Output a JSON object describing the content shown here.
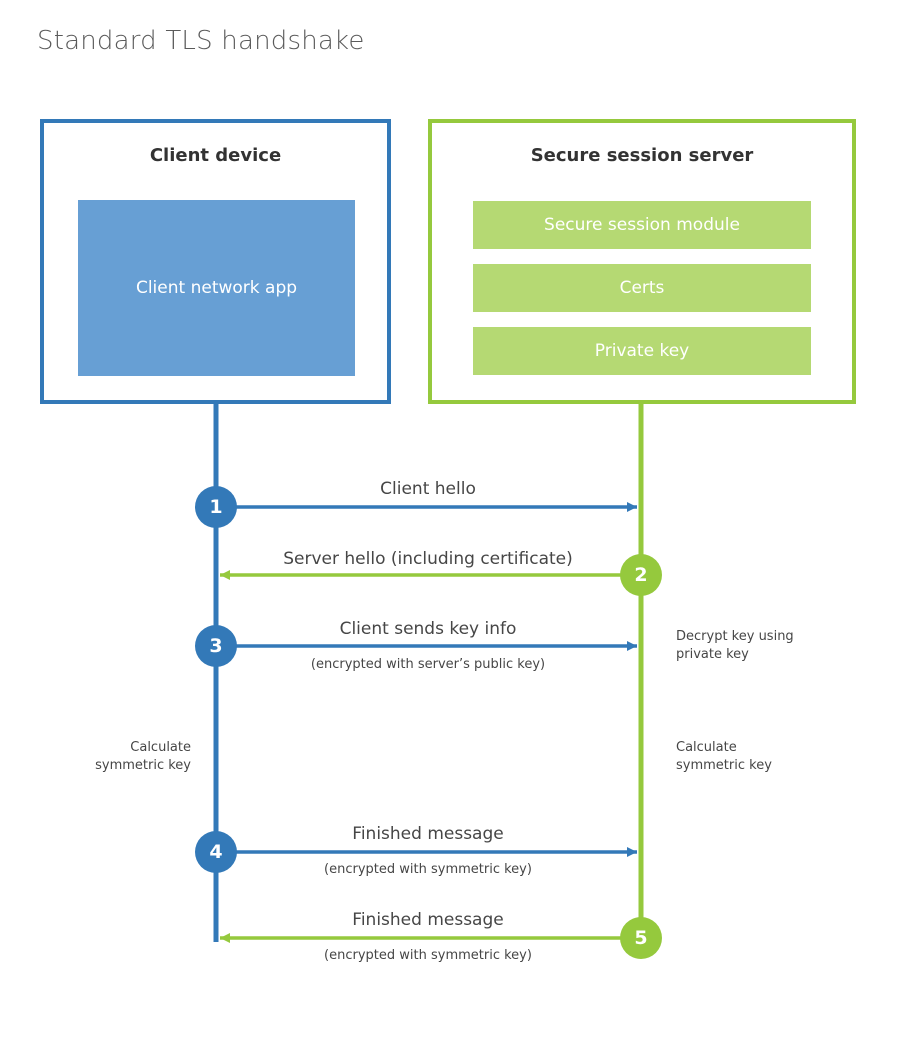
{
  "title": "Standard TLS handshake",
  "colors": {
    "client_line": "#3379b8",
    "server_line": "#95c93d",
    "client_app_fill": "#679fd4",
    "server_block_fill": "#b5d973",
    "text": "#464646",
    "title_text": "#5a5a5a",
    "background": "#ffffff"
  },
  "participants": {
    "client": {
      "title": "Client device",
      "app_label": "Client network app"
    },
    "server": {
      "title": "Secure session server",
      "blocks": [
        {
          "label": "Secure session module"
        },
        {
          "label": "Certs"
        },
        {
          "label": "Private key"
        }
      ]
    }
  },
  "messages": [
    {
      "step": "1",
      "label": "Client hello",
      "sublabel": "",
      "direction": "client-to-server",
      "origin": "client"
    },
    {
      "step": "2",
      "label": "Server hello (including certificate)",
      "sublabel": "",
      "direction": "server-to-client",
      "origin": "server"
    },
    {
      "step": "3",
      "label": "Client sends key info",
      "sublabel": "(encrypted with server’s public key)",
      "direction": "client-to-server",
      "origin": "client"
    },
    {
      "step": "4",
      "label": "Finished message",
      "sublabel": "(encrypted with symmetric key)",
      "direction": "client-to-server",
      "origin": "client"
    },
    {
      "step": "5",
      "label": "Finished message",
      "sublabel": "(encrypted with symmetric key)",
      "direction": "server-to-client",
      "origin": "server"
    }
  ],
  "annotations": {
    "server_decrypt": "Decrypt key using\nprivate key",
    "client_calculate": "Calculate\nsymmetric key",
    "server_calculate": "Calculate\nsymmetric key"
  }
}
